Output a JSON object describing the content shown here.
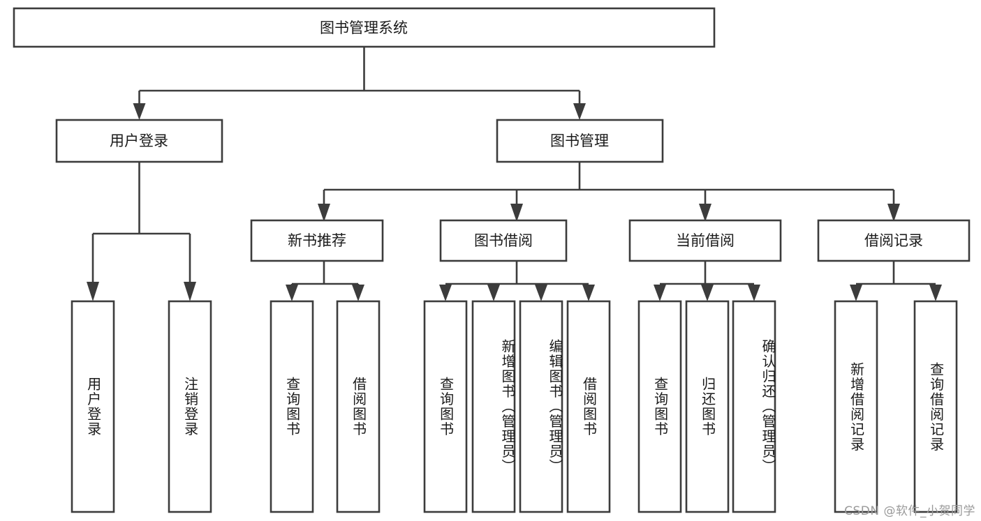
{
  "diagram": {
    "type": "tree-hierarchy",
    "title_node": {
      "label": "图书管理系统",
      "level": 0
    },
    "level1": [
      {
        "id": "user-login",
        "label": "用户登录"
      },
      {
        "id": "book-management",
        "label": "图书管理"
      }
    ],
    "level2": [
      {
        "id": "new-book-recommend",
        "label": "新书推荐",
        "parent": "book-management"
      },
      {
        "id": "book-borrow",
        "label": "图书借阅",
        "parent": "book-management"
      },
      {
        "id": "current-borrow",
        "label": "当前借阅",
        "parent": "book-management"
      },
      {
        "id": "borrow-record",
        "label": "借阅记录",
        "parent": "book-management"
      }
    ],
    "leaves": [
      {
        "id": "leaf-user-login",
        "label": "用户登录",
        "parent": "user-login"
      },
      {
        "id": "leaf-user-logout",
        "label": "注销登录",
        "parent": "user-login"
      },
      {
        "id": "leaf-query-book-1",
        "label": "查询图书",
        "parent": "new-book-recommend"
      },
      {
        "id": "leaf-borrow-book-1",
        "label": "借阅图书",
        "parent": "new-book-recommend"
      },
      {
        "id": "leaf-query-book-2",
        "label": "查询图书",
        "parent": "book-borrow"
      },
      {
        "id": "leaf-add-book",
        "label": "新增图书（管理员）",
        "parent": "book-borrow"
      },
      {
        "id": "leaf-edit-book",
        "label": "编辑图书（管理员）",
        "parent": "book-borrow"
      },
      {
        "id": "leaf-borrow-book-2",
        "label": "借阅图书",
        "parent": "book-borrow"
      },
      {
        "id": "leaf-query-book-3",
        "label": "查询图书",
        "parent": "current-borrow"
      },
      {
        "id": "leaf-return-book",
        "label": "归还图书",
        "parent": "current-borrow"
      },
      {
        "id": "leaf-confirm-return",
        "label": "确认归还（管理员）",
        "parent": "current-borrow"
      },
      {
        "id": "leaf-add-record",
        "label": "新增借阅记录",
        "parent": "borrow-record"
      },
      {
        "id": "leaf-query-record",
        "label": "查询借阅记录",
        "parent": "borrow-record"
      }
    ],
    "colors": {
      "stroke": "#3c3c3c",
      "fill": "#ffffff",
      "text": "#1a1a1a",
      "watermark": "#9a9a9a",
      "background": "#ffffff"
    }
  },
  "watermark": {
    "text": "CSDN @软件_小贺同学"
  }
}
